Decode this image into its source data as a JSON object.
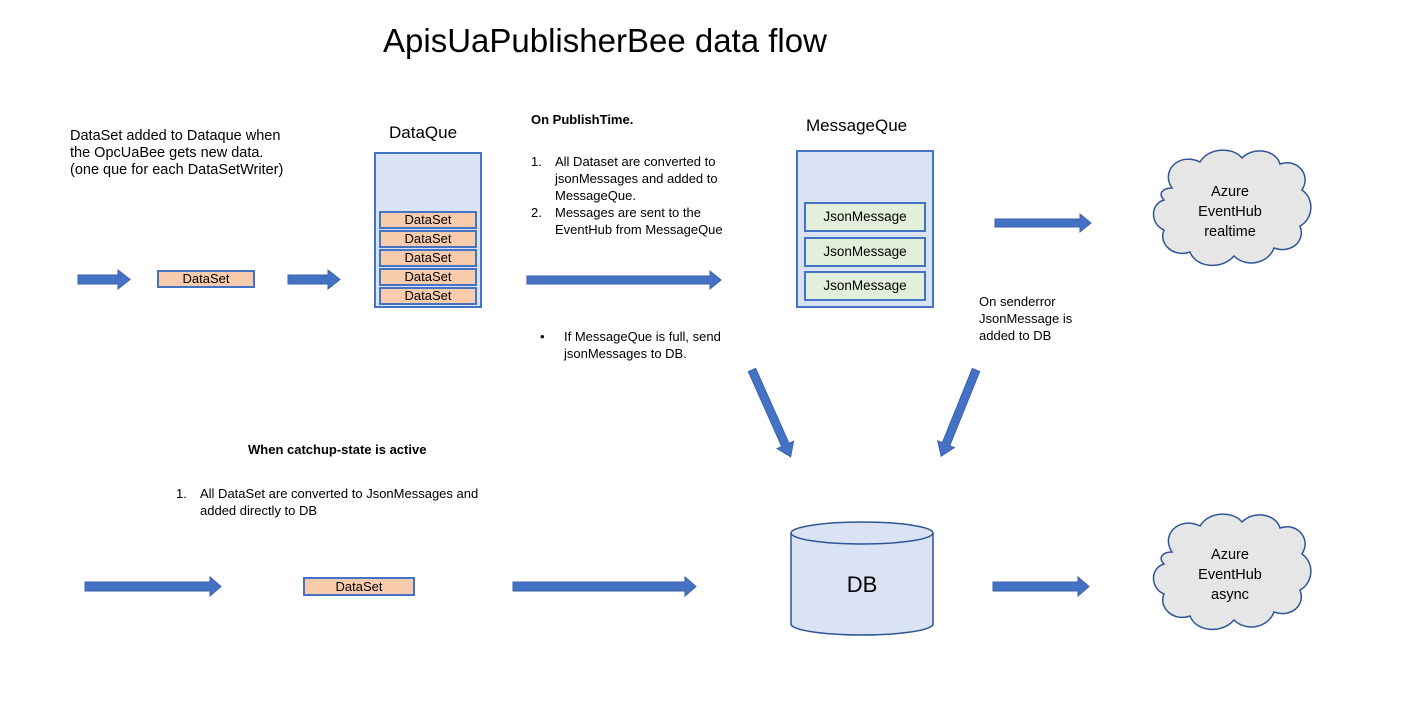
{
  "title": "ApisUaPublisherBee data flow",
  "colors": {
    "arrow": "#4472c4",
    "queue_fill": "#dae3f3",
    "dataset_fill": "#f8cbad",
    "json_fill": "#e2efda",
    "cloud_fill": "#e7e6e6",
    "border": "#4472c4",
    "cloud_border": "#2f5597"
  },
  "intro_note": {
    "lines": [
      "DataSet added to Dataque when",
      "the OpcUaBee gets new data.",
      "(one que for each DataSetWriter)"
    ]
  },
  "realtime_flow": {
    "incoming_dataset": "DataSet",
    "data_que": {
      "label": "DataQue",
      "items": [
        "DataSet",
        "DataSet",
        "DataSet",
        "DataSet",
        "DataSet"
      ]
    },
    "publish_note": {
      "heading": "On PublishTime.",
      "steps": [
        {
          "num": "1.",
          "lines": [
            "All Dataset are converted to",
            "jsonMessages and added to",
            "MessageQue."
          ]
        },
        {
          "num": "2.",
          "lines": [
            "Messages are sent to the",
            "EventHub from MessageQue"
          ]
        }
      ]
    },
    "message_que": {
      "label": "MessageQue",
      "items": [
        "JsonMessage",
        "JsonMessage",
        "JsonMessage"
      ]
    },
    "full_note": {
      "bullet": "•",
      "lines": [
        "If MessageQue is full, send",
        "jsonMessages to DB."
      ]
    },
    "senderror_note": {
      "lines": [
        "On senderror",
        "JsonMessage is",
        "added to DB"
      ]
    },
    "cloud_realtime": {
      "lines": [
        "Azure",
        "EventHub",
        "realtime"
      ]
    }
  },
  "catchup_flow": {
    "heading": "When  catchup-state is active",
    "steps": [
      {
        "num": "1.",
        "lines": [
          "All DataSet are converted to JsonMessages and",
          "added  directly to DB"
        ]
      }
    ],
    "dataset": "DataSet",
    "db_label": "DB",
    "cloud_async": {
      "lines": [
        "Azure",
        "EventHub",
        "async"
      ]
    }
  }
}
